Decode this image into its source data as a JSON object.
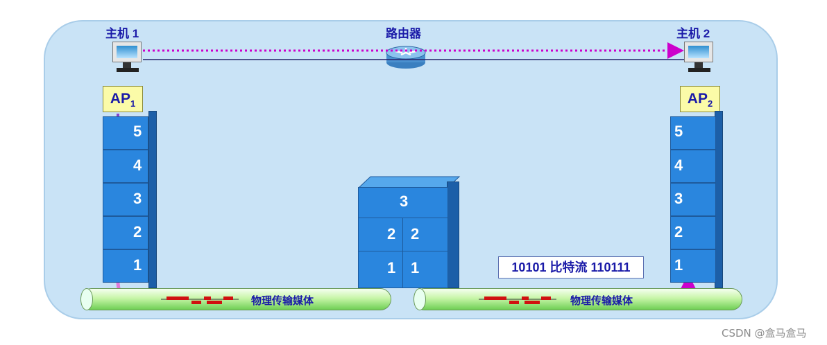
{
  "labels": {
    "host1": "主机 1",
    "host2": "主机 2",
    "router": "路由器"
  },
  "ap": {
    "left_main": "AP",
    "left_sub": "1",
    "right_main": "AP",
    "right_sub": "2"
  },
  "host1_layers": [
    "5",
    "4",
    "3",
    "2",
    "1"
  ],
  "host2_layers": [
    "5",
    "4",
    "3",
    "2",
    "1"
  ],
  "router_stack": {
    "top": "3",
    "left_col": [
      "2",
      "1"
    ],
    "right_col": [
      "2",
      "1"
    ]
  },
  "media": {
    "left_label": "物理传输媒体",
    "right_label": "物理传输媒体"
  },
  "bitstream": "10101 比特流 110111",
  "watermark": "CSDN @盒马盒马",
  "colors": {
    "background": "#c9e3f6",
    "layer_blue": "#2a86de",
    "label_text": "#1a1aa8",
    "ap_yellow": "#fbfba8",
    "dotted_path": "#cc00cc",
    "arrow_purple": "#8844cc",
    "tube_green": "#6fcf55"
  },
  "icons": [
    "computer-icon",
    "router-icon",
    "arrow-down-icon",
    "arrow-up-icon",
    "signal-icon"
  ]
}
